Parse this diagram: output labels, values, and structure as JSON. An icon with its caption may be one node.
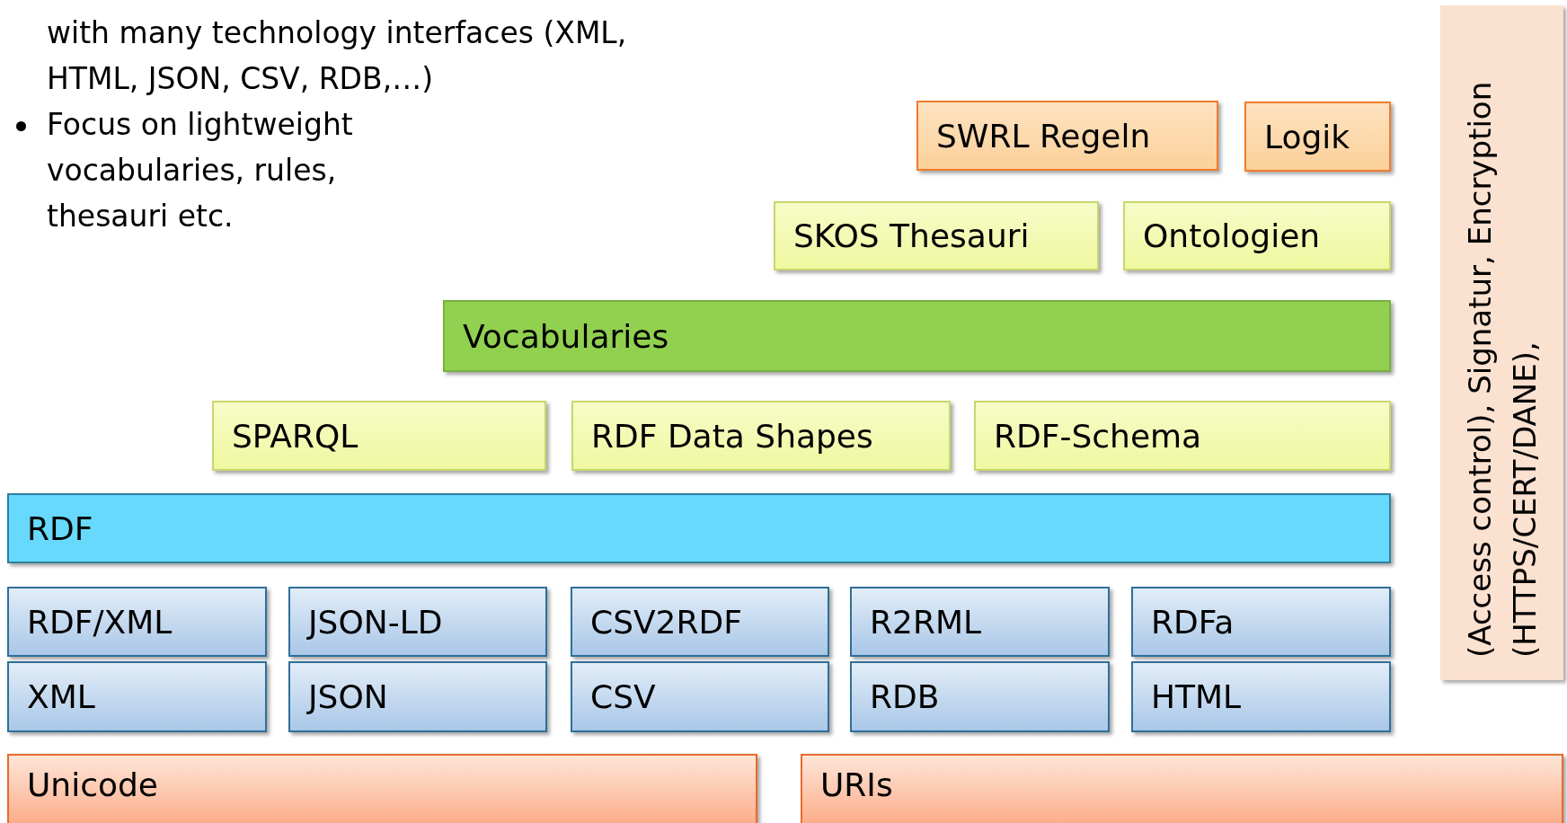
{
  "diagram": {
    "nodes": [
      {
        "text": [
          "SWRL Regeln"
        ]
      },
      {
        "text": [
          "Logik"
        ]
      },
      {
        "text": [
          "SKOS Thesauri"
        ]
      },
      {
        "text": [
          "Ontologien"
        ]
      },
      {
        "text": [
          "Vocabularies"
        ]
      },
      {
        "text": [
          "SPARQL"
        ]
      },
      {
        "text": [
          "RDF Data Shapes"
        ]
      },
      {
        "text": [
          "RDF-Schema"
        ]
      },
      {
        "text": [
          "RDF"
        ]
      },
      {
        "text": [
          "RDF/XML"
        ]
      },
      {
        "text": [
          "JSON-LD"
        ]
      },
      {
        "text": [
          "CSV2RDF"
        ]
      },
      {
        "text": [
          "R2RML"
        ]
      },
      {
        "text": [
          "RDFa"
        ]
      },
      {
        "text": [
          "XML"
        ]
      },
      {
        "text": [
          "JSON"
        ]
      },
      {
        "text": [
          "CSV"
        ]
      },
      {
        "text": [
          "RDB"
        ]
      },
      {
        "text": [
          "HTML"
        ]
      },
      {
        "text": [
          "Unicode"
        ]
      },
      {
        "text": [
          "URIs"
        ]
      },
      {
        "text": [
          "(Access control), Signatur, Encryption (HTTPS/CERT/DANE),"
        ]
      }
    ],
    "edges": [],
    "labels": [
      "with many technology interfaces (XML, HTML, JSON, CSV, RDB,…)",
      "Focus on lightweight vocabularies, rules, thesauri etc."
    ]
  }
}
